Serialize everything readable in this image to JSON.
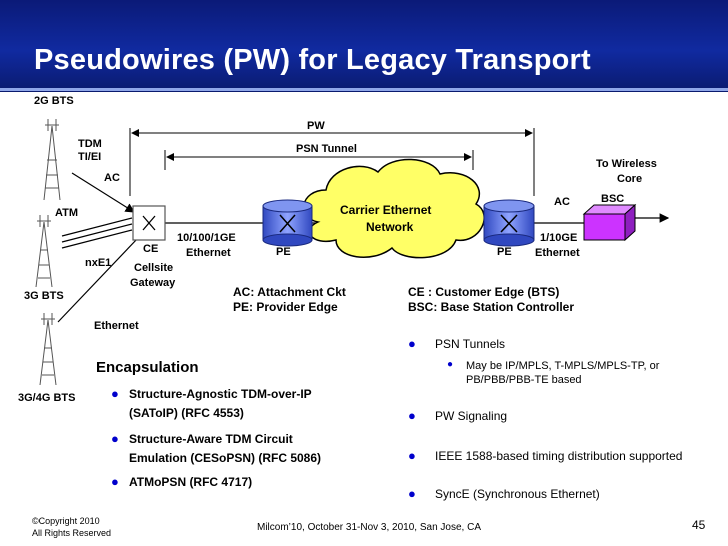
{
  "title": "Pseudowires (PW) for Legacy Transport",
  "diagram": {
    "bts_2g": "2G BTS",
    "tdm_line1": "TDM",
    "tdm_line2": "TI/EI",
    "ac_left": "AC",
    "atm": "ATM",
    "nxe1": "nxE1",
    "bts_3g": "3G BTS",
    "ethernet": "Ethernet",
    "bts_3g4g": "3G/4G BTS",
    "ce": "CE",
    "cellsite_line1": "Cellsite",
    "cellsite_line2": "Gateway",
    "link_left_line1": "10/100/1GE",
    "link_left_line2": "Ethernet",
    "pe_left": "PE",
    "pw": "PW",
    "psn_tunnel": "PSN Tunnel",
    "cloud_line1": "Carrier Ethernet",
    "cloud_line2": "Network",
    "pe_right": "PE",
    "link_right_line1": "1/10GE",
    "link_right_line2": "Ethernet",
    "ac_right": "AC",
    "bsc": "BSC",
    "wireless_line1": "To Wireless",
    "wireless_line2": "Core"
  },
  "legend": {
    "ac_def": "AC:  Attachment Ckt",
    "pe_def": "PE:  Provider Edge",
    "ce_def": "CE  :  Customer Edge (BTS)",
    "bsc_def": "BSC:  Base Station Controller"
  },
  "encapsulation": {
    "heading": "Encapsulation",
    "items": [
      {
        "line1": "Structure-Agnostic TDM-over-IP",
        "line2": "(SAToIP) (RFC 4553)"
      },
      {
        "line1": "Structure-Aware TDM Circuit",
        "line2": "Emulation (CESoPSN) (RFC 5086)"
      },
      {
        "line1": "ATMoPSN (RFC 4717)"
      }
    ]
  },
  "features": {
    "psn_tunnels": "PSN Tunnels",
    "psn_sub_line1": "May be IP/MPLS, T-MPLS/MPLS-TP, or",
    "psn_sub_line2": "PB/PBB/PBB-TE based",
    "pw_signaling": "PW  Signaling",
    "ieee1588": "IEEE 1588-based timing distribution supported",
    "synce": "SyncE (Synchronous Ethernet)"
  },
  "footer": {
    "copyright_line1": "©Copyright  2010",
    "copyright_line2": "All Rights Reserved",
    "conference": "Milcom’10, October 31-Nov 3, 2010,  San Jose, CA",
    "page_number": "45"
  },
  "colors": {
    "header": "#102aa0",
    "cloud": "#ffff66",
    "router": "#4a63d8",
    "bsc": "#cc33ff",
    "bullet": "#0000cc"
  }
}
